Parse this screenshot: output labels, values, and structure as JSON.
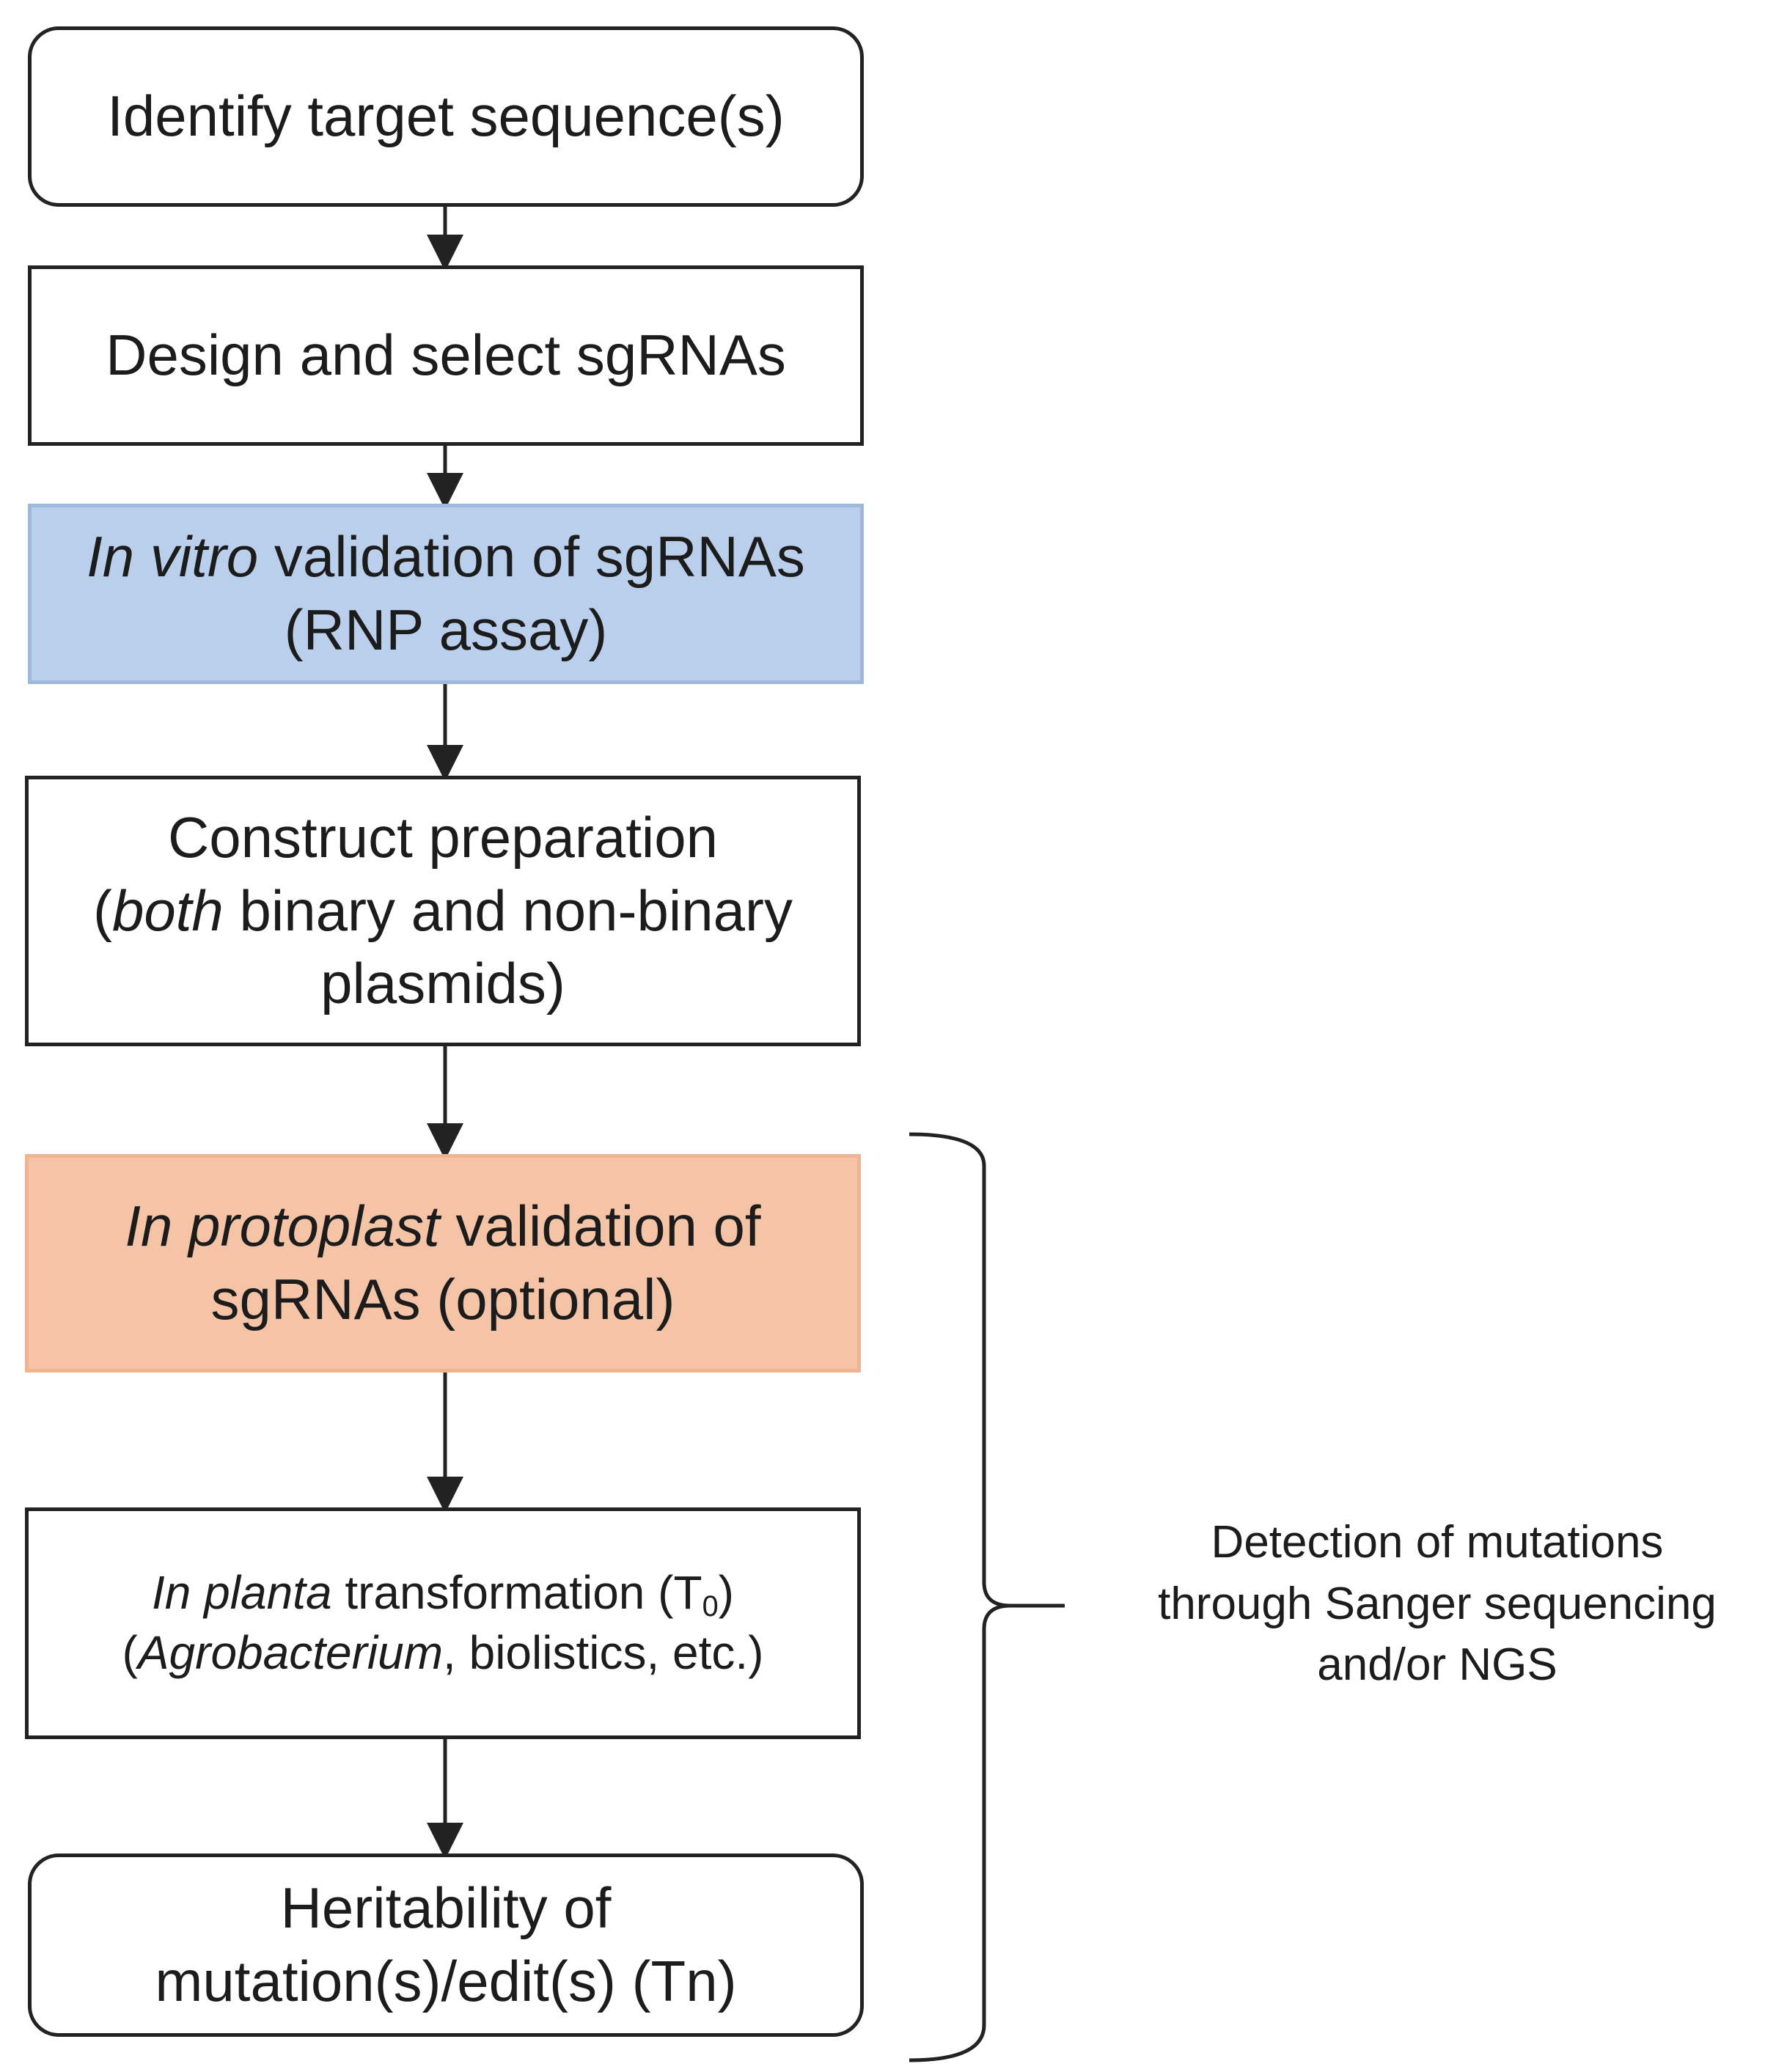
{
  "steps": {
    "identify": {
      "text": "Identify target sequence(s)"
    },
    "design": {
      "text": "Design and select sgRNAs"
    },
    "in_vitro": {
      "italic": "In vitro",
      "rest": " validation of sgRNAs",
      "line2": "(RNP assay)",
      "fill_color": "#b9cfec"
    },
    "construct": {
      "line1": "Construct preparation",
      "line2_open": "(",
      "line2_italic": "both",
      "line2_rest": " binary and non-binary",
      "line3": "plasmids)"
    },
    "in_protoplast": {
      "italic": "In protoplast",
      "rest": " validation of",
      "line2": "sgRNAs (optional)",
      "fill_color": "#f5c4a6"
    },
    "in_planta": {
      "italic": "In planta",
      "rest": " transformation (T",
      "sub": "0",
      "close": ")",
      "line2_open": "(",
      "line2_italic": "Agrobacterium",
      "line2_rest": ", biolistics, etc.)"
    },
    "heritability": {
      "line1": "Heritability of",
      "line2": "mutation(s)/edit(s) (Tn)"
    }
  },
  "detection_note": {
    "line1": "Detection of mutations",
    "line2": "through Sanger sequencing",
    "line3": "and/or NGS"
  }
}
